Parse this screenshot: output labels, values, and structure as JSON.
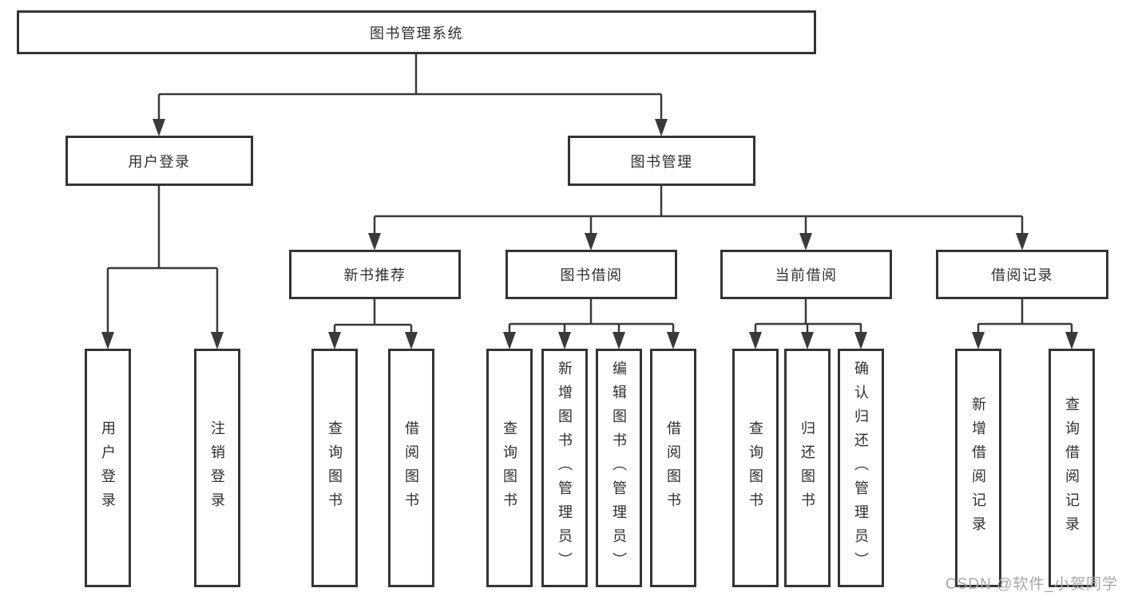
{
  "diagram": {
    "root": {
      "label": "图书管理系统"
    },
    "level2": [
      {
        "id": "user-login",
        "label": "用户登录"
      },
      {
        "id": "book-management",
        "label": "图书管理"
      }
    ],
    "level3": [
      {
        "id": "new-book-recommend",
        "label": "新书推荐",
        "parent": "图书管理"
      },
      {
        "id": "book-borrow",
        "label": "图书借阅",
        "parent": "图书管理"
      },
      {
        "id": "current-borrow",
        "label": "当前借阅",
        "parent": "图书管理"
      },
      {
        "id": "borrow-record",
        "label": "借阅记录",
        "parent": "图书管理"
      }
    ],
    "leaves": [
      {
        "id": "login",
        "label": "用户登录",
        "parent": "用户登录"
      },
      {
        "id": "logout",
        "label": "注销登录",
        "parent": "用户登录"
      },
      {
        "id": "recommend-query-books",
        "label": "查询图书",
        "parent": "新书推荐"
      },
      {
        "id": "recommend-borrow-books",
        "label": "借阅图书",
        "parent": "新书推荐"
      },
      {
        "id": "borrow-query-books",
        "label": "查询图书",
        "parent": "图书借阅"
      },
      {
        "id": "borrow-add-books-admin",
        "label": "新增图书（管理员）",
        "parent": "图书借阅"
      },
      {
        "id": "borrow-edit-books-admin",
        "label": "编辑图书（管理员）",
        "parent": "图书借阅"
      },
      {
        "id": "borrow-borrow-books",
        "label": "借阅图书",
        "parent": "图书借阅"
      },
      {
        "id": "current-query-books",
        "label": "查询图书",
        "parent": "当前借阅"
      },
      {
        "id": "current-return-books",
        "label": "归还图书",
        "parent": "当前借阅"
      },
      {
        "id": "current-confirm-return-admin",
        "label": "确认归还（管理员）",
        "parent": "当前借阅"
      },
      {
        "id": "record-add-borrow-record",
        "label": "新增借阅记录",
        "parent": "借阅记录"
      },
      {
        "id": "record-query-borrow-record",
        "label": "查询借阅记录",
        "parent": "借阅记录"
      }
    ],
    "watermark": "CSDN @软件_小贺同学",
    "colors": {
      "line": "#3a3a3a",
      "border": "#343434",
      "text": "#2f2f2f",
      "watermark": "#a8a8a8",
      "background": "#ffffff"
    }
  }
}
